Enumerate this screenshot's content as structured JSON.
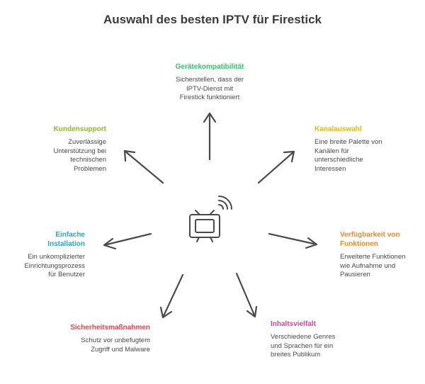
{
  "title": "Auswahl des besten IPTV für Firestick",
  "center_icon": "tv-icon",
  "nodes": [
    {
      "key": "geraetekompatibilitaet",
      "title": "Gerätekompatibilität",
      "description": "Sicherstellen, dass der\nIPTV-Dienst mit\nFirestick funktioniert",
      "color": "#3bbf6a"
    },
    {
      "key": "kanalauswahl",
      "title": "Kanalauswahl",
      "description": "Eine breite Palette von\nKanälen für\nunterschiedliche\nInteressen",
      "color": "#e2b51c"
    },
    {
      "key": "verfuegbarkeit",
      "title": "Verfügbarkeit von\nFunktionen",
      "description": "Erweiterte Funktionen\nwie Aufnahme und\nPausieren",
      "color": "#ef8a2b"
    },
    {
      "key": "inhaltsvielfalt",
      "title": "Inhaltsvielfalt",
      "description": "Verschiedene Genres\nund Sprachen für ein\nbreites Publikum",
      "color": "#d9449a"
    },
    {
      "key": "sicherheit",
      "title": "Sicherheitsmaßnahmen",
      "description": "Schutz vor unbefugtem\nZugriff und Malware",
      "color": "#e0474e"
    },
    {
      "key": "installation",
      "title": "Einfache\nInstallation",
      "description": "Ein unkomplizierter\nEinrichtungsprozess\nfür Benutzer",
      "color": "#2fa3d6"
    },
    {
      "key": "kundensupport",
      "title": "Kundensupport",
      "description": "Zuverlässige\nUnterstützung bei\ntechnischen\nProblemen",
      "color": "#8cba2e"
    }
  ]
}
